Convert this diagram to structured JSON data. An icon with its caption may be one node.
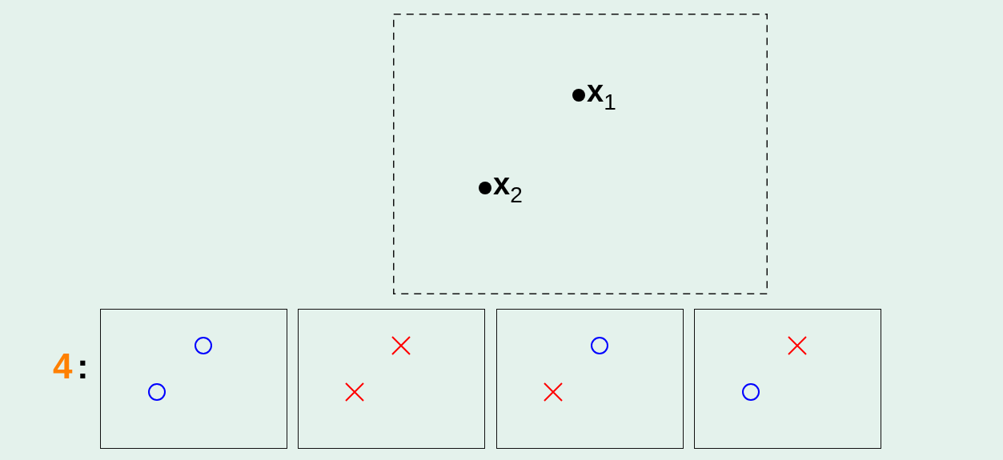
{
  "diagram": {
    "nodes": [
      {
        "text": [],
        "shape": "box"
      },
      {
        "text": [
          "**x**$_{1}$"
        ],
        "in": 0
      },
      {
        "text": [
          "**x**$_{2}$"
        ],
        "in": 0
      },
      {
        "text": [],
        "shape": "box"
      },
      {
        "text": [],
        "shape": "circle",
        "in": 3
      },
      {
        "text": [],
        "shape": "circle",
        "in": 3
      },
      {
        "text": [],
        "shape": "box"
      },
      {
        "text": [],
        "shape": "cross",
        "in": 6
      },
      {
        "text": [],
        "shape": "cross",
        "in": 6
      },
      {
        "text": [],
        "shape": "box"
      },
      {
        "text": [],
        "shape": "circle",
        "in": 9
      },
      {
        "text": [],
        "shape": "cross",
        "in": 9
      },
      {
        "text": [],
        "shape": "box"
      },
      {
        "text": [],
        "shape": "cross",
        "in": 12
      },
      {
        "text": [],
        "shape": "circle",
        "in": 12
      }
    ],
    "edges": [],
    "labels": [
      "4",
      ":"
    ]
  }
}
